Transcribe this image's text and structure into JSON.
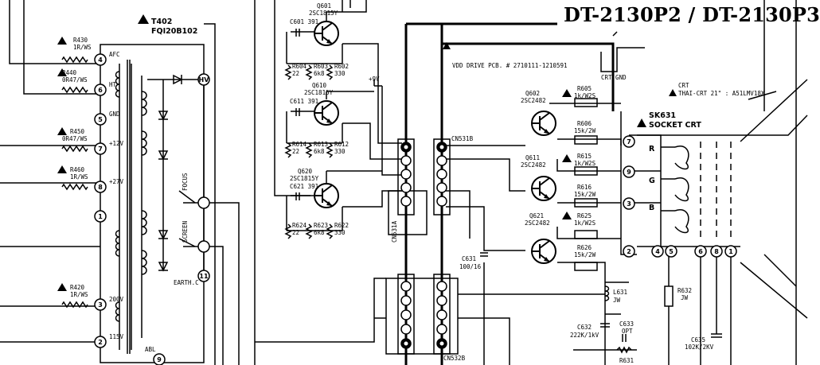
{
  "title": "DT-2130P2 / DT-2130P3",
  "transformer": {
    "ref": "T402",
    "part": "FQI20B102"
  },
  "t402_pins": [
    {
      "num": "4",
      "label": "AFC"
    },
    {
      "num": "6",
      "label": "HT"
    },
    {
      "num": "5",
      "label": "GND"
    },
    {
      "num": "7",
      "label": "+12V"
    },
    {
      "num": "8",
      "label": "+27V"
    },
    {
      "num": "1",
      "label": ""
    },
    {
      "num": "3",
      "label": "200V"
    },
    {
      "num": "2",
      "label": "115V"
    },
    {
      "num": "9",
      "label": "ABL"
    },
    {
      "num": "11",
      "label": "EARTH.C"
    }
  ],
  "t402_hv": "HV",
  "t402_focus": "FOCUS",
  "t402_screen": "SCREEN",
  "left_resistors": [
    {
      "ref": "R430",
      "value": "1R/WS"
    },
    {
      "ref": "R440",
      "value": "0R47/WS"
    },
    {
      "ref": "R450",
      "value": "0R47/WS"
    },
    {
      "ref": "R460",
      "value": "1R/WS"
    },
    {
      "ref": "R420",
      "value": "1R/WS"
    }
  ],
  "transistors": [
    {
      "ref": "Q601",
      "part": "2SC1815Y"
    },
    {
      "ref": "Q610",
      "part": "2SC1815Y"
    },
    {
      "ref": "Q620",
      "part": "2SC1815Y"
    },
    {
      "ref": "Q602",
      "part": "2SC2482"
    },
    {
      "ref": "Q611",
      "part": "2SC2482"
    },
    {
      "ref": "Q621",
      "part": "2SC2482"
    }
  ],
  "caps_small": [
    {
      "ref": "C601",
      "value": "391"
    },
    {
      "ref": "C611",
      "value": "391"
    },
    {
      "ref": "C621",
      "value": "391"
    }
  ],
  "bias_resistors": [
    [
      "R604",
      "22",
      "R603",
      "6k8",
      "R602",
      "330"
    ],
    [
      "R614",
      "22",
      "R613",
      "6k8",
      "R612",
      "330"
    ],
    [
      "R624",
      "22",
      "R623",
      "6k8",
      "R622",
      "330"
    ]
  ],
  "plus9v": "+9V",
  "vdd_label": "VDD DRIVE PCB. # 2710111-1210591",
  "cn531a": "CN531A",
  "cn531b": "CN531B",
  "cn532b": "CN532B",
  "driver_resistors": [
    {
      "ref": "R605",
      "value": "1k/W2S"
    },
    {
      "ref": "R606",
      "value": "15k/2W"
    },
    {
      "ref": "R615",
      "value": "1k/W2S"
    },
    {
      "ref": "R616",
      "value": "15k/2W"
    },
    {
      "ref": "R625",
      "value": "1k/W2S"
    },
    {
      "ref": "R626",
      "value": "15k/2W"
    }
  ],
  "c631": {
    "ref": "C631",
    "value": "100/16"
  },
  "l631": {
    "ref": "L631",
    "value": "JW"
  },
  "c632": {
    "ref": "C632",
    "value": "222K/1kV"
  },
  "c633": {
    "ref": "C633",
    "value": "OPT"
  },
  "r631": "R631",
  "r632": {
    "ref": "R632",
    "value": "JW"
  },
  "c635": {
    "ref": "C635",
    "value": "102K/2KV"
  },
  "crt_gnd": "CRT GND",
  "crt": {
    "label": "CRT",
    "desc": "THAI-CRT 21\" : A51LMV18X"
  },
  "sk631": {
    "ref": "SK631",
    "desc": "SOCKET CRT"
  },
  "socket_pins": [
    "7",
    "9",
    "3",
    "2",
    "4",
    "5",
    "6",
    "8",
    "1"
  ],
  "rgb": [
    "R",
    "G",
    "B"
  ]
}
